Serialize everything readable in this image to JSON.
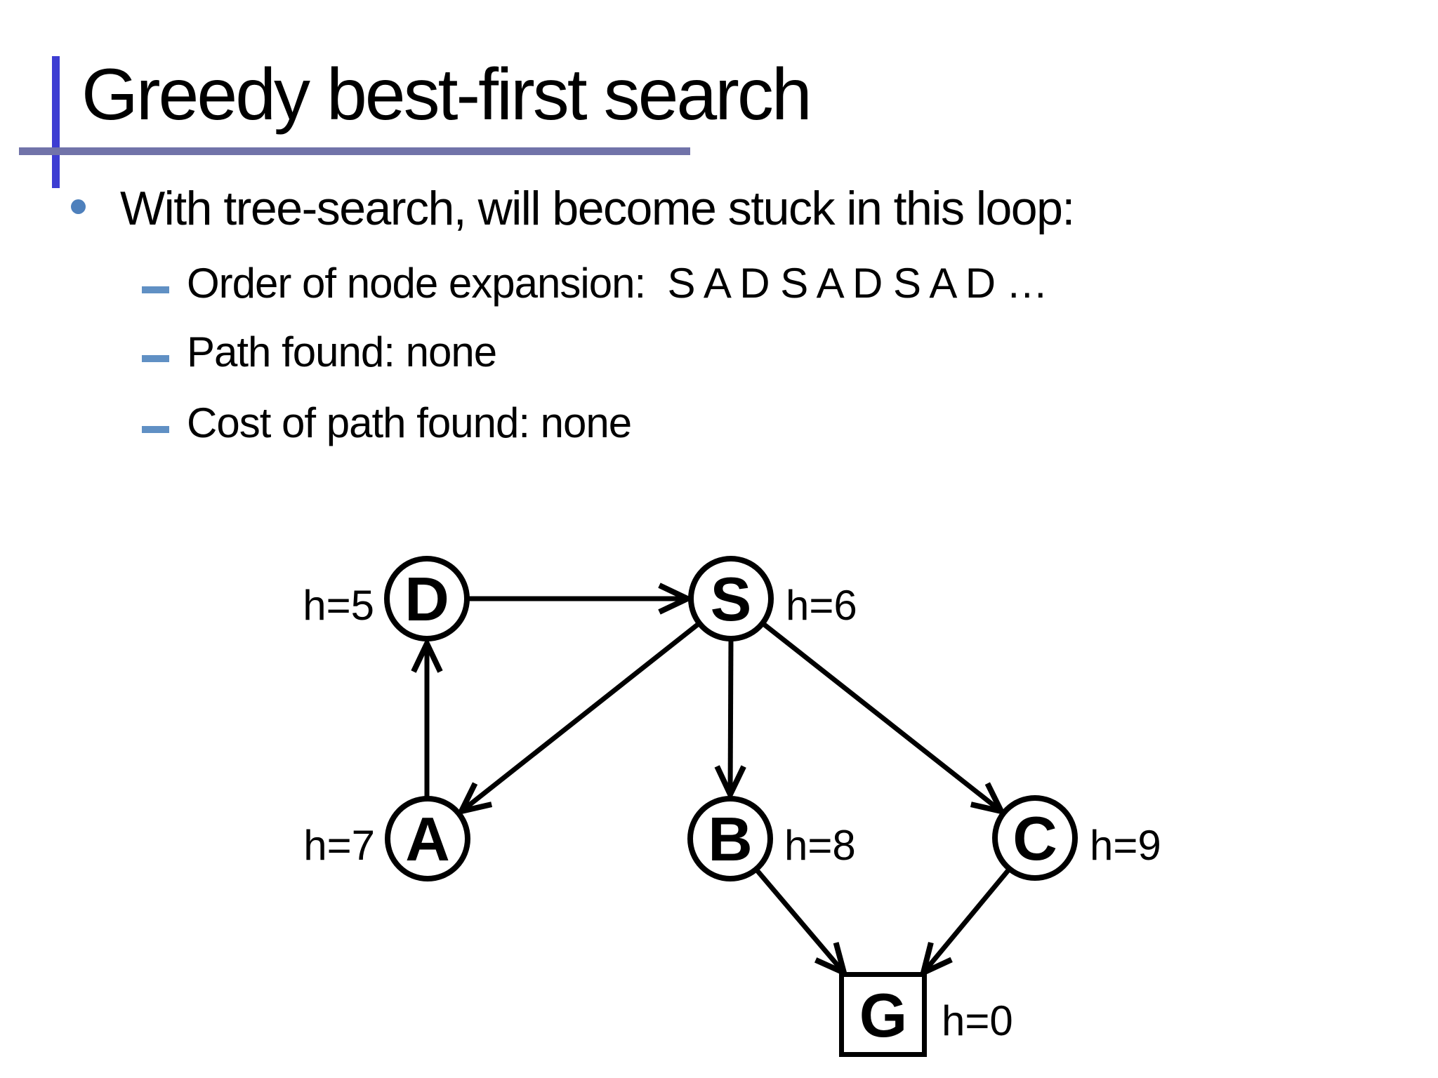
{
  "slide": {
    "title": "Greedy best-first search",
    "bullet": "With tree-search, will become stuck in this loop:",
    "sub_bullets": [
      "Order of node expansion:  S A D S A D S A D …",
      "Path found: none",
      "Cost of path found: none"
    ]
  },
  "colors": {
    "background": "#ffffff",
    "text": "#000000",
    "accent_bar": "#3d3dd2",
    "rule": "#7173a9",
    "bullet_marker": "#4e80bc",
    "dash_marker": "#6090c4",
    "ink": "#000000"
  },
  "graph": {
    "nodes": [
      {
        "id": "D",
        "label": "D",
        "h_label": "h=5",
        "shape": "circle"
      },
      {
        "id": "S",
        "label": "S",
        "h_label": "h=6",
        "shape": "circle"
      },
      {
        "id": "A",
        "label": "A",
        "h_label": "h=7",
        "shape": "circle"
      },
      {
        "id": "B",
        "label": "B",
        "h_label": "h=8",
        "shape": "circle"
      },
      {
        "id": "C",
        "label": "C",
        "h_label": "h=9",
        "shape": "circle"
      },
      {
        "id": "G",
        "label": "G",
        "h_label": "h=0",
        "shape": "square"
      }
    ],
    "edges": [
      {
        "from": "D",
        "to": "S"
      },
      {
        "from": "A",
        "to": "D"
      },
      {
        "from": "S",
        "to": "A"
      },
      {
        "from": "S",
        "to": "B"
      },
      {
        "from": "S",
        "to": "C"
      },
      {
        "from": "B",
        "to": "G"
      },
      {
        "from": "C",
        "to": "G"
      }
    ]
  }
}
